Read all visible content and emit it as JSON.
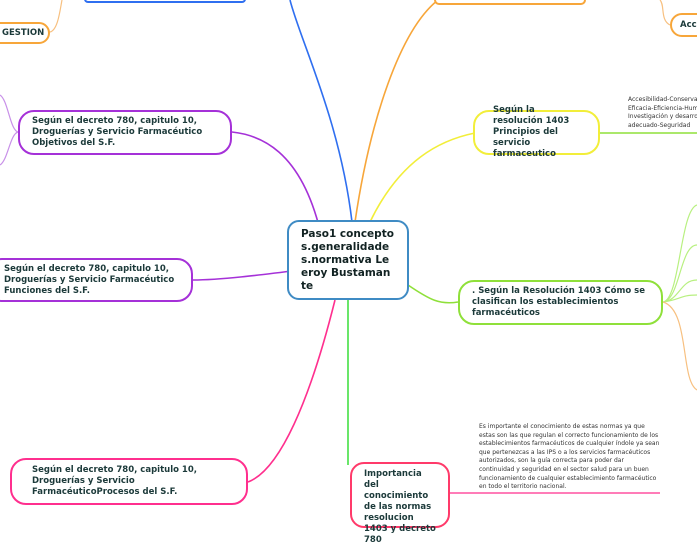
{
  "central": {
    "title": "Paso1 conceptos.generalidades.normativa Leeroy Bustamante"
  },
  "left": [
    {
      "label": "Según el decreto 780, capitulo 10, Droguerías y Servicio Farmacéutico Objetivos del S.F."
    },
    {
      "label": "Según el decreto 780, capitulo 10, Droguerías y Servicio Farmacéutico Funciones del S.F."
    },
    {
      "label": "Según el decreto 780, capitulo 10, Droguerías y Servicio FarmacéuticoProcesos del S.F."
    }
  ],
  "right": [
    {
      "label": "Según la resolución 1403 Principios del servicio farmaceutico",
      "note": "Accesibilidad-Conservac Eficacia-Eficiencia-Huma Investigación y desarroll adecuado-Seguridad"
    },
    {
      "label": ". Según la Resolución 1403 Cómo se clasifican los establecimientos farmacéuticos"
    },
    {
      "label": "Importancia del conocimiento de las normas resolucion 1403 y decreto 780",
      "note": "Es importante el conocimiento de estas normas ya que estas son las que regulan el correcto funcionamiento de los establecimientos farmacéuticos de cualquier índole ya sean que pertenezcas a las IPS o a los servicios farmacéuticos autorizados, son la guía correcta para poder dar continuidad y seguridad en el sector salud para un buen funcionamiento de cualquier establecimiento farmacéutico en todo el territorio nacional."
    }
  ],
  "top": {
    "gestion": "GESTION",
    "acc": "Acc"
  },
  "colors": {
    "central": "#3f8bc4",
    "purple": "#a531d8",
    "pink": "#ff2f8e",
    "yellow": "#f2ee3a",
    "green": "#8fe03a",
    "orange": "#f7a63a",
    "blue": "#2f6ff0"
  }
}
